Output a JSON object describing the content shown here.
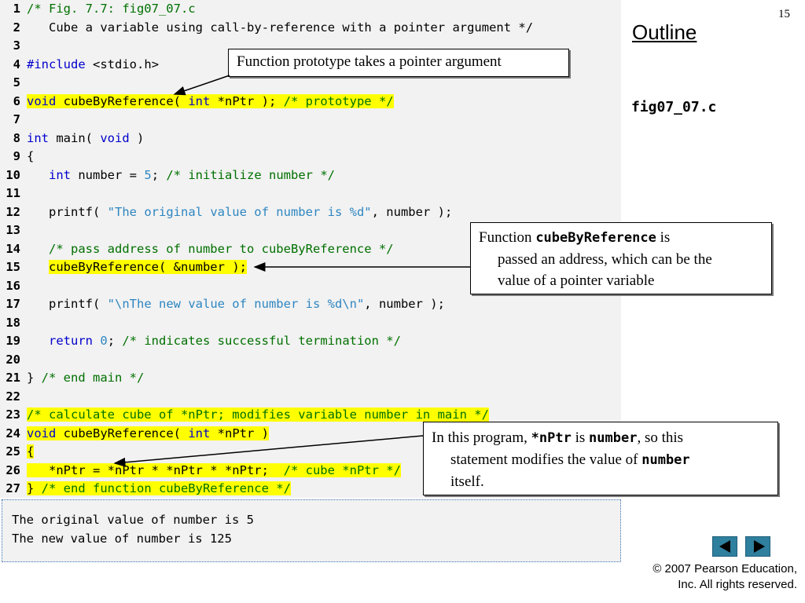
{
  "page_number": "15",
  "outline_title": "Outline",
  "file_name": "fig07_07.c",
  "copyright": {
    "line1": "© 2007 Pearson Education,",
    "line2": "Inc.  All rights reserved."
  },
  "code_lines": [
    {
      "num": "1",
      "text": "/* Fig. 7.7: fig07_07.c"
    },
    {
      "num": "2",
      "text": "   Cube a variable using call-by-reference with a pointer argument */"
    },
    {
      "num": "3",
      "text": ""
    },
    {
      "num": "4",
      "text": "#include <stdio.h>"
    },
    {
      "num": "5",
      "text": ""
    },
    {
      "num": "6",
      "text": "void cubeByReference( int *nPtr ); /* prototype */"
    },
    {
      "num": "7",
      "text": ""
    },
    {
      "num": "8",
      "text": "int main( void )"
    },
    {
      "num": "9",
      "text": "{"
    },
    {
      "num": "10",
      "text": "   int number = 5; /* initialize number */"
    },
    {
      "num": "11",
      "text": ""
    },
    {
      "num": "12",
      "text": "   printf( \"The original value of number is %d\", number );"
    },
    {
      "num": "13",
      "text": ""
    },
    {
      "num": "14",
      "text": "   /* pass address of number to cubeByReference */"
    },
    {
      "num": "15",
      "text": "   cubeByReference( &number );"
    },
    {
      "num": "16",
      "text": ""
    },
    {
      "num": "17",
      "text": "   printf( \"\\nThe new value of number is %d\\n\", number );"
    },
    {
      "num": "18",
      "text": ""
    },
    {
      "num": "19",
      "text": "   return 0; /* indicates successful termination */"
    },
    {
      "num": "20",
      "text": ""
    },
    {
      "num": "21",
      "text": "} /* end main */"
    },
    {
      "num": "22",
      "text": ""
    },
    {
      "num": "23",
      "text": "/* calculate cube of *nPtr; modifies variable number in main */"
    },
    {
      "num": "24",
      "text": "void cubeByReference( int *nPtr )"
    },
    {
      "num": "25",
      "text": "{"
    },
    {
      "num": "26",
      "text": "   *nPtr = *nPtr * *nPtr * *nPtr;  /* cube *nPtr */"
    },
    {
      "num": "27",
      "text": "} /* end function cubeByReference */"
    }
  ],
  "output_lines": [
    "The original value of number is 5",
    "The new value of number is 125"
  ],
  "callouts": {
    "c1": {
      "text": "Function prototype takes a pointer argument"
    },
    "c2": {
      "pre": "Function ",
      "code": "cubeByReference",
      "post": " is",
      "line2": "passed an address, which can be the",
      "line3": "value of a pointer variable"
    },
    "c3": {
      "pre": "In this program, ",
      "code1": "*nPtr",
      "mid": " is ",
      "code2": "number",
      "post": ", so this",
      "line2a": "statement modifies the value of ",
      "code3": "number",
      "line3": "itself."
    }
  },
  "colors": {
    "keyword": "#0000cc",
    "comment": "#007000",
    "string": "#2e86c1",
    "highlight": "#ffff00",
    "nav_button": "#2f7f9e"
  },
  "icons": [
    "previous-arrow-icon",
    "next-arrow-icon"
  ]
}
